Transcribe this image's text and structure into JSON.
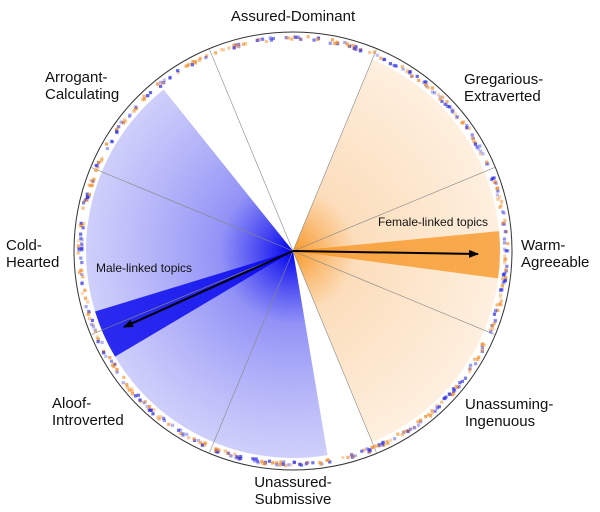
{
  "labels": {
    "assured_dominant": "Assured-Dominant",
    "gregarious_1": "Gregarious-",
    "gregarious_2": "Extraverted",
    "warm_1": "Warm-",
    "warm_2": "Agreeable",
    "unassuming_1": "Unassuming-",
    "unassuming_2": "Ingenuous",
    "unassured_1": "Unassured-",
    "unassured_2": "Submissive",
    "aloof_1": "Aloof-",
    "aloof_2": "Introverted",
    "cold_1": "Cold-",
    "cold_2": "Hearted",
    "arrogant_1": "Arrogant-",
    "arrogant_2": "Calculating"
  },
  "annotations": {
    "female": "Female-linked topics",
    "male": "Male-linked topics"
  },
  "colors": {
    "male": "#0000ee",
    "female": "#f7931e",
    "divider": "#888888"
  }
}
